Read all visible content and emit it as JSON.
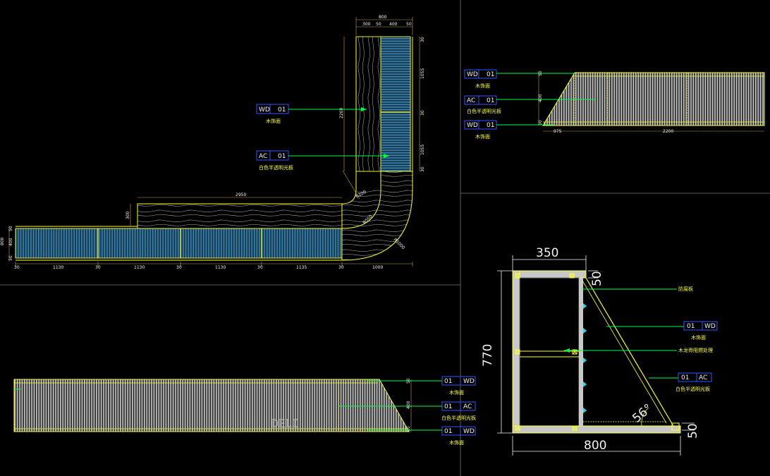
{
  "colors": {
    "background": "#000000",
    "outline": "#ffff33",
    "dimension": "#c8a050",
    "leader": "#00ff44",
    "tag": "#3355ff",
    "hatch_blue": "#2e6c90",
    "hatch_grey": "#bdbdbd",
    "text": "#f2f2f2",
    "viewport_divider": "#777777"
  },
  "plan": {
    "dims_top": {
      "total": "800",
      "p1": "300",
      "p2": "50",
      "p3": "400",
      "p4": "50"
    },
    "dims_right": {
      "a": "30",
      "b": "1055",
      "c": "30",
      "d": "1055",
      "e": "30"
    },
    "dim_2200": "2200",
    "dim_2950": "2950",
    "dim_300": "300",
    "dims_left": {
      "a": "50",
      "b": "400",
      "c": "50"
    },
    "dims_bottom": [
      "30",
      "1130",
      "30",
      "1130",
      "30",
      "1130",
      "30",
      "1135",
      "30",
      "1000"
    ],
    "radius_labels": [
      "R200",
      "R550",
      "R1000"
    ],
    "dim_tiny": "800",
    "tag_wd": {
      "left": "WD",
      "right": "01"
    },
    "tag_ac": {
      "left": "AC",
      "right": "01"
    },
    "label_wd": "木饰面",
    "label_ac": "白色半透明光板"
  },
  "elev_top": {
    "tags": [
      {
        "left": "WD",
        "right": "01",
        "label": "木饰面"
      },
      {
        "left": "AC",
        "right": "01",
        "label": "白色半透明光板"
      },
      {
        "left": "WD",
        "right": "01",
        "label": "木饰面"
      }
    ],
    "dims_bottom": [
      "975",
      "2200"
    ],
    "dims_left": [
      "50",
      "400",
      "50"
    ]
  },
  "elev_bottom": {
    "tags": [
      {
        "left": "01",
        "right": "WD",
        "label": "木饰面"
      },
      {
        "left": "01",
        "right": "AC",
        "label": "白色半透明光板"
      },
      {
        "left": "01",
        "right": "WD",
        "label": "木饰面"
      }
    ],
    "dims_right": [
      "50",
      "400",
      "50"
    ],
    "watermark": "DELI"
  },
  "section": {
    "width_top": "350",
    "height": "770",
    "width_bottom": "800",
    "dim_top_right": "50",
    "dim_bottom_right": "50",
    "angle": "56°",
    "labels": [
      {
        "text": "防腐板"
      },
      {
        "left": "01",
        "right": "WD",
        "text": "木饰面"
      },
      {
        "text": "木龙骨阻燃处理"
      },
      {
        "left": "01",
        "right": "AC",
        "text": "白色半透明光板"
      }
    ]
  }
}
